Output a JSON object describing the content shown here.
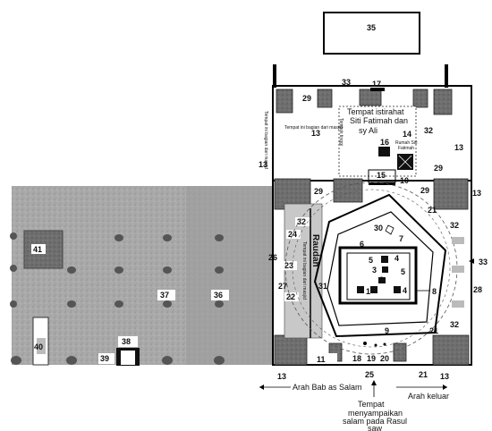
{
  "labels": {
    "n1": "1",
    "n2": "2",
    "n3": "3",
    "n4": "4",
    "n5": "5",
    "n5b": "5",
    "n6": "6",
    "n7": "7",
    "n8": "8",
    "n9": "9",
    "n10": "10",
    "n11": "11",
    "n13": "13",
    "n14": "14",
    "n15": "15",
    "n16": "16",
    "n17": "17",
    "n18": "18",
    "n19": "19",
    "n20": "20",
    "n21": "21",
    "n22": "22",
    "n23": "23",
    "n24": "24",
    "n25": "25",
    "n26": "26",
    "n27": "27",
    "n28": "28",
    "n29": "29",
    "n30": "30",
    "n31": "31",
    "n32": "32",
    "n33": "33",
    "n35": "35",
    "n36": "36",
    "n37": "37",
    "n38": "38",
    "n39": "39",
    "n40": "40",
    "n41": "41"
  },
  "texts": {
    "istirahat_line1": "Tempat istirahat",
    "istirahat_line2": "Siti Fatimah dan",
    "istirahat_line3": "sy Ali",
    "rumah_line1": "Rumah Siti",
    "rumah_line2": "Fatimah",
    "small_note": "Tempat ini bagian dari masjid",
    "vertical_note": "Tempat ini bagian dari masjid",
    "tembok": "Tembok tinggi",
    "raudah": "Raudah",
    "raudah_sub": "Tempat ini bagian dari masjid",
    "arah_bab": "Arah Bab as Salam",
    "arah_keluar": "Arah keluar",
    "tempat_line1": "Tempat",
    "tempat_line2": "menyampaikan",
    "tempat_line3": "salam pada Rasul",
    "tempat_line4": "saw"
  }
}
